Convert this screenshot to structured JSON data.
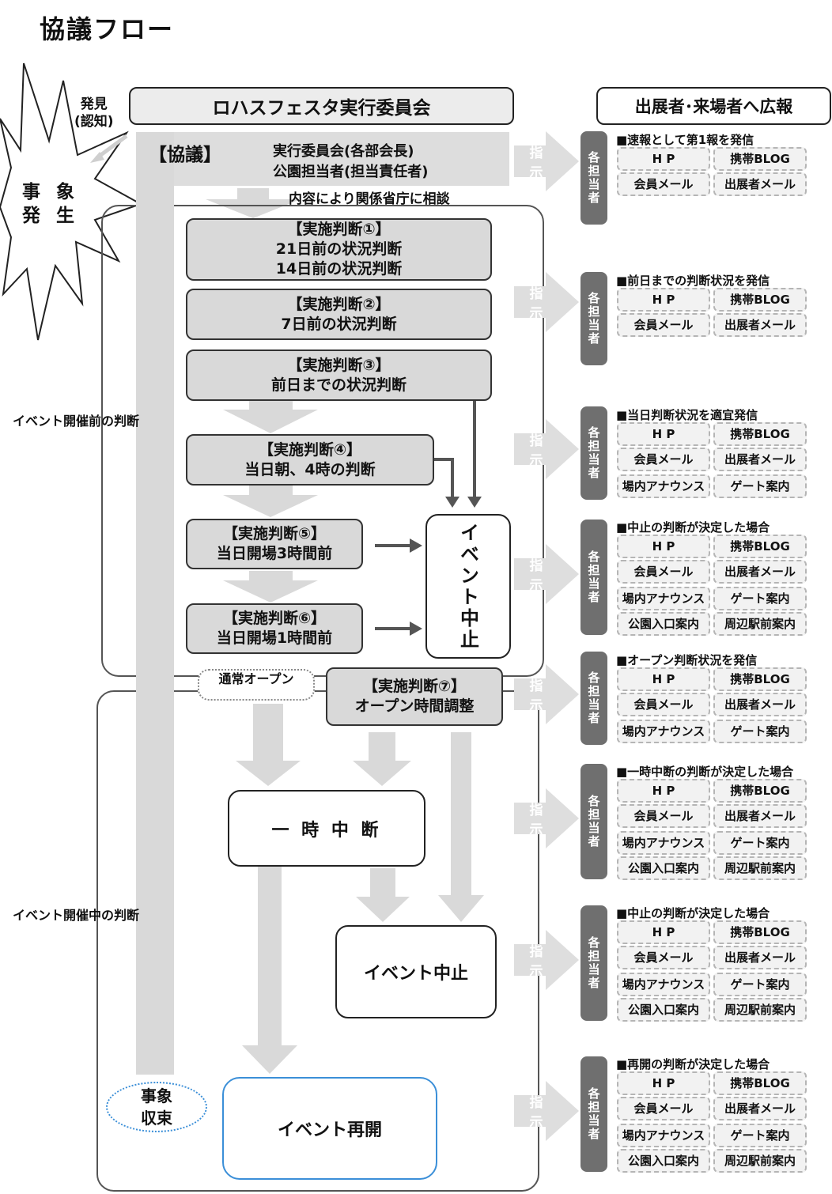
{
  "title": "協議フロー",
  "header_main": "ロハスフェスタ実行委員会",
  "header_right": "出展者･来場者へ広報",
  "discover": [
    "発見",
    "(認知)"
  ],
  "incident": [
    "事 象",
    "発 生"
  ],
  "kyogi": {
    "label": "【協議】",
    "lines": [
      "実行委員会(各部会長)",
      "公園担当者(担当責任者)"
    ],
    "consult": "内容により関係省庁に相談"
  },
  "section_labels": {
    "before": "イベント開催前の判断",
    "during": "イベント開催中の判断"
  },
  "decisions": [
    {
      "title": "【実施判断①】",
      "lines": [
        "21日前の状況判断",
        "14日前の状況判断"
      ]
    },
    {
      "title": "【実施判断②】",
      "lines": [
        "7日前の状況判断"
      ]
    },
    {
      "title": "【実施判断③】",
      "lines": [
        "前日までの状況判断"
      ]
    },
    {
      "title": "【実施判断④】",
      "lines": [
        "当日朝、4時の判断"
      ]
    },
    {
      "title": "【実施判断⑤】",
      "lines": [
        "当日開場3時間前"
      ]
    },
    {
      "title": "【実施判断⑥】",
      "lines": [
        "当日開場1時間前"
      ]
    },
    {
      "title": "【実施判断⑦】",
      "lines": [
        "オープン時間調整"
      ]
    }
  ],
  "event_stop_vertical": "イベント中止",
  "normal_open": "通常オープン",
  "pause": "一 時 中 断",
  "event_stop": "イベント中止",
  "event_restart": "イベント再開",
  "converge": [
    "事象",
    "収束"
  ],
  "shiji": "指示",
  "tanto": "各担当者",
  "notifications": [
    {
      "title": "■速報として第1報を発信",
      "cells": [
        "H P",
        "携帯BLOG",
        "会員メール",
        "出展者メール"
      ]
    },
    {
      "title": "■前日までの判断状況を発信",
      "cells": [
        "H P",
        "携帯BLOG",
        "会員メール",
        "出展者メール"
      ]
    },
    {
      "title": "■当日判断状況を適宜発信",
      "cells": [
        "H P",
        "携帯BLOG",
        "会員メール",
        "出展者メール",
        "場内アナウンス",
        "ゲート案内"
      ]
    },
    {
      "title": "■中止の判断が決定した場合",
      "cells": [
        "H P",
        "携帯BLOG",
        "会員メール",
        "出展者メール",
        "場内アナウンス",
        "ゲート案内",
        "公園入口案内",
        "周辺駅前案内"
      ]
    },
    {
      "title": "■オープン判断状況を発信",
      "cells": [
        "H P",
        "携帯BLOG",
        "会員メール",
        "出展者メール",
        "場内アナウンス",
        "ゲート案内"
      ]
    },
    {
      "title": "■一時中断の判断が決定した場合",
      "cells": [
        "H P",
        "携帯BLOG",
        "会員メール",
        "出展者メール",
        "場内アナウンス",
        "ゲート案内",
        "公園入口案内",
        "周辺駅前案内"
      ]
    },
    {
      "title": "■中止の判断が決定した場合",
      "cells": [
        "H P",
        "携帯BLOG",
        "会員メール",
        "出展者メール",
        "場内アナウンス",
        "ゲート案内",
        "公園入口案内",
        "周辺駅前案内"
      ]
    },
    {
      "title": "■再開の判断が決定した場合",
      "cells": [
        "H P",
        "携帯BLOG",
        "会員メール",
        "出展者メール",
        "場内アナウンス",
        "ゲート案内",
        "公園入口案内",
        "周辺駅前案内"
      ]
    }
  ]
}
